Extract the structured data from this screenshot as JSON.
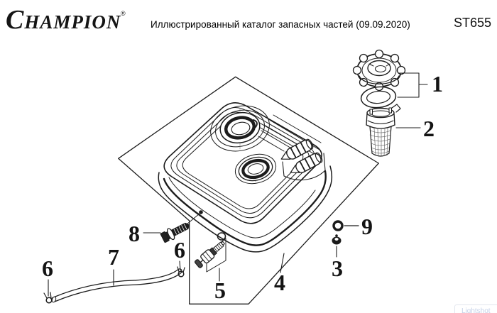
{
  "header": {
    "brand": "CHAMPION",
    "reg_mark": "®",
    "subtitle": "Иллюстрированный каталог запасных частей (09.09.2020)",
    "model": "ST655"
  },
  "callout_numbers": {
    "n1": "1",
    "n2": "2",
    "n3": "3",
    "n4": "4",
    "n5": "5",
    "n6": "6",
    "n7": "7",
    "n8": "8",
    "n9": "9"
  },
  "watermark": {
    "text": "Lightshot"
  },
  "colors": {
    "ink": "#1a1a1a",
    "watermark_border": "#e2e6ee",
    "watermark_text": "#c5d1e8"
  }
}
